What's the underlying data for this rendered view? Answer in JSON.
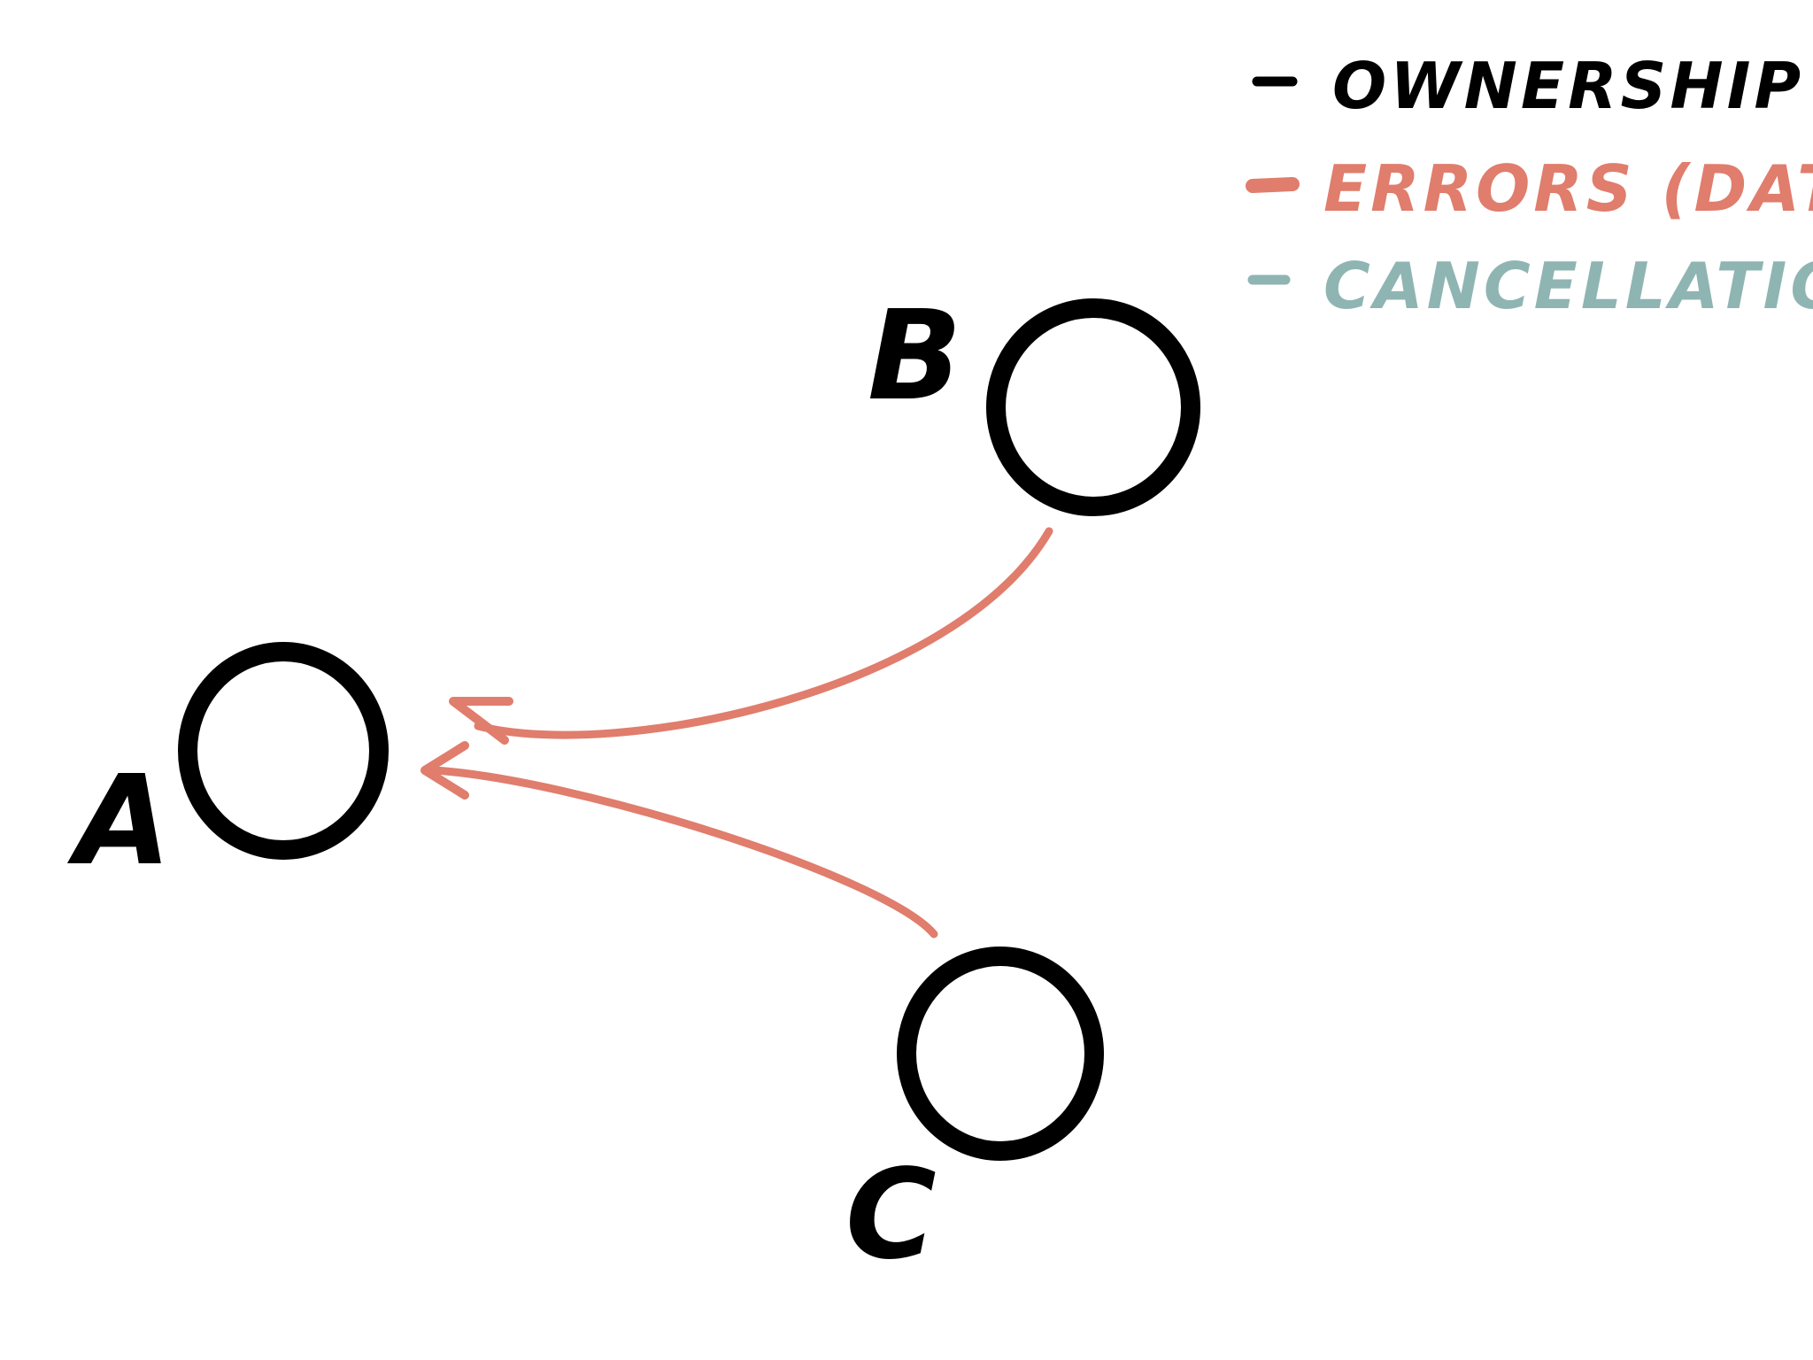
{
  "colors": {
    "ink": "#000000",
    "errors": "#e07d6c",
    "cancellation": "#8fb5b3",
    "background": "#ffffff"
  },
  "legend": {
    "items": [
      {
        "label": "OWNERSHIP",
        "color": "#000000"
      },
      {
        "label": "ERRORS (DATA)",
        "color": "#e07d6c"
      },
      {
        "label": "CANCELLATION",
        "color": "#8fb5b3"
      }
    ]
  },
  "nodes": {
    "a": {
      "label": "A"
    },
    "b": {
      "label": "B"
    },
    "c": {
      "label": "C"
    }
  },
  "edges": [
    {
      "from": "B",
      "to": "A",
      "kind": "errors"
    },
    {
      "from": "C",
      "to": "A",
      "kind": "errors"
    }
  ]
}
